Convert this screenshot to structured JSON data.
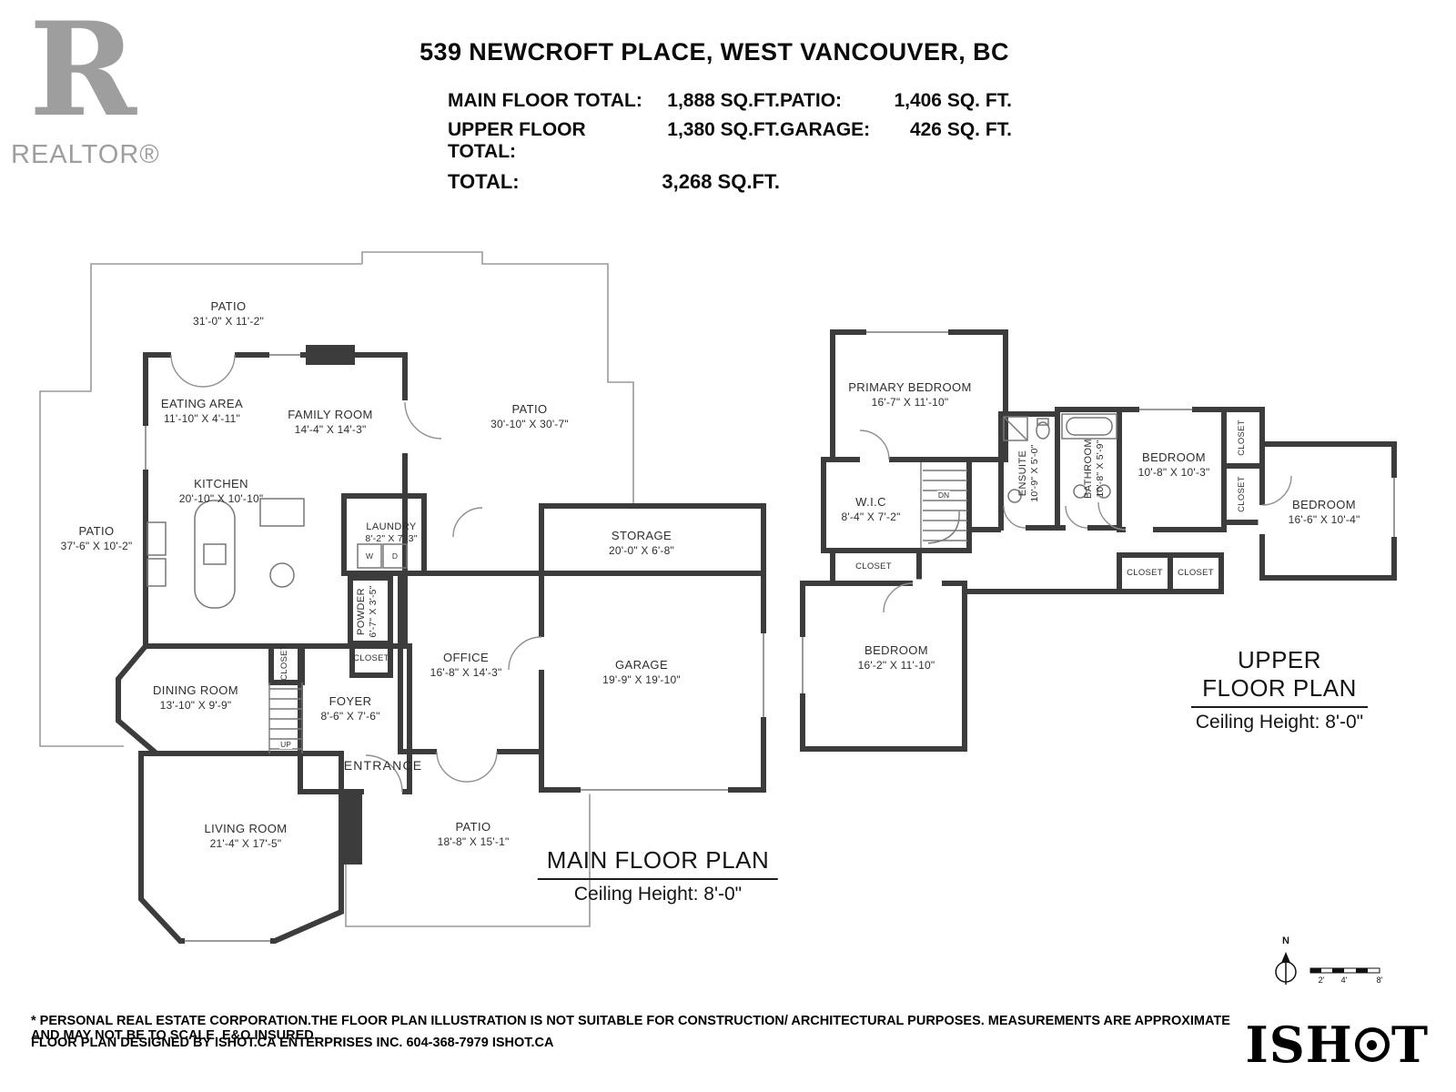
{
  "header": {
    "logo": {
      "letter": "R",
      "name": "REALTOR®"
    },
    "title": "539 NEWCROFT PLACE, WEST VANCOUVER, BC",
    "stats": {
      "rows": [
        {
          "l1": "MAIN FLOOR TOTAL:",
          "v1": "1,888 SQ.FT.",
          "l2": "PATIO:",
          "v2": "1,406 SQ. FT."
        },
        {
          "l1": "UPPER FLOOR TOTAL:",
          "v1": "1,380 SQ.FT.",
          "l2": "GARAGE:",
          "v2": "426 SQ. FT."
        },
        {
          "l1": "TOTAL:",
          "v1": "3,268 SQ.FT.",
          "l2": "",
          "v2": ""
        }
      ]
    }
  },
  "main_floor": {
    "plan_title": "MAIN FLOOR PLAN",
    "ceiling": "Ceiling Height: 8'-0\"",
    "rooms": {
      "patio_top": {
        "name": "PATIO",
        "dims": "31'-0\" X 11'-2\""
      },
      "eating_area": {
        "name": "EATING AREA",
        "dims": "11'-10\" X 4'-11\""
      },
      "family_room": {
        "name": "FAMILY ROOM",
        "dims": "14'-4\" X 14'-3\""
      },
      "patio_right": {
        "name": "PATIO",
        "dims": "30'-10\" X 30'-7\""
      },
      "kitchen": {
        "name": "KITCHEN",
        "dims": "20'-10\" X 10'-10\""
      },
      "patio_left": {
        "name": "PATIO",
        "dims": "37'-6\" X 10'-2\""
      },
      "laundry": {
        "name": "LAUNDRY",
        "dims": "8'-2\" X 7'-3\""
      },
      "storage": {
        "name": "STORAGE",
        "dims": "20'-0\" X 6'-8\""
      },
      "powder": {
        "name": "POWDER",
        "dims": "6'-7\" X 3'-5\""
      },
      "closet_hall": {
        "name": "CLOSET"
      },
      "closet_stairs": {
        "name": "CLOSET"
      },
      "office": {
        "name": "OFFICE",
        "dims": "16'-8\" X 14'-3\""
      },
      "garage": {
        "name": "GARAGE",
        "dims": "19'-9\" X 19'-10\""
      },
      "dining_room": {
        "name": "DINING ROOM",
        "dims": "13'-10\" X 9'-9\""
      },
      "foyer": {
        "name": "FOYER",
        "dims": "8'-6\" X 7'-6\""
      },
      "entrance": {
        "name": "ENTRANCE"
      },
      "living_room": {
        "name": "LIVING ROOM",
        "dims": "21'-4\" X 17'-5\""
      },
      "patio_bottom": {
        "name": "PATIO",
        "dims": "18'-8\" X 15'-1\""
      }
    },
    "annotations": {
      "up": "UP",
      "washer": "W",
      "dryer": "D"
    }
  },
  "upper_floor": {
    "plan_title": "UPPER FLOOR PLAN",
    "ceiling": "Ceiling Height: 8'-0\"",
    "rooms": {
      "primary_bedroom": {
        "name": "PRIMARY BEDROOM",
        "dims": "16'-7\" X 11'-10\""
      },
      "wic": {
        "name": "W.I.C",
        "dims": "8'-4\" X 7'-2\""
      },
      "ensuite": {
        "name": "ENSUITE",
        "dims": "10'-9\" X 5'-0\""
      },
      "bathroom": {
        "name": "BATHROOM",
        "dims": "10'-8\" X 5'-9\""
      },
      "bedroom_middle": {
        "name": "BEDROOM",
        "dims": "10'-8\" X 10'-3\""
      },
      "closet_right_1": {
        "name": "CLOSET"
      },
      "closet_right_2": {
        "name": "CLOSET"
      },
      "bedroom_right": {
        "name": "BEDROOM",
        "dims": "16'-6\" X 10'-4\""
      },
      "closet_wic": {
        "name": "CLOSET"
      },
      "bedroom_lower": {
        "name": "BEDROOM",
        "dims": "16'-2\" X 11'-10\""
      },
      "closet_hall_1": {
        "name": "CLOSET"
      },
      "closet_hall_2": {
        "name": "CLOSET"
      }
    },
    "annotations": {
      "dn": "DN"
    }
  },
  "footer": {
    "disclaimer": "* PERSONAL REAL ESTATE CORPORATION.THE FLOOR PLAN ILLUSTRATION IS NOT SUITABLE FOR CONSTRUCTION/ ARCHITECTURAL PURPOSES. MEASUREMENTS ARE APPROXIMATE AND MAY NOT BE TO SCALE. E&O INSURED.",
    "credit": "FLOOR PLAN DESIGNED BY ISHOT.CA ENTERPRISES INC. 604-368-7979  ISHOT.CA",
    "ishot_left": "ISH",
    "ishot_right": "T"
  },
  "compass": {
    "north": "N"
  },
  "scale_bar": {
    "t1": "2'",
    "t2": "4'",
    "t3": "8'"
  }
}
